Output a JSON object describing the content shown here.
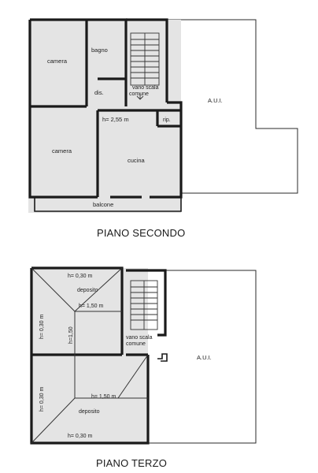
{
  "floors": {
    "second": {
      "caption": "PIANO SECONDO",
      "rooms": {
        "camera_top": "camera",
        "bagno": "bagno",
        "vano_scala_1": "vano scala",
        "vano_scala_2": "comune",
        "dis": "dis.",
        "height": "h= 2,55 m",
        "rip": "rip.",
        "camera_bottom": "camera",
        "cucina": "cucina",
        "balcone": "balcone",
        "aui": "A.U.I."
      }
    },
    "third": {
      "caption": "PIANO TERZO",
      "rooms": {
        "h_top": "h= 0,30 m",
        "deposito_top": "deposito",
        "h_mid": "h= 1,50 m",
        "h_left_upper": "h= 0,30 m",
        "h_vertical": "h=1,50",
        "vano_scala_1": "vano scala",
        "vano_scala_2": "comune",
        "aui": "A.U.I.",
        "h_left_lower": "h= 0,30 m",
        "h_lower_right": "h= 1,50 m",
        "deposito_bottom": "deposito",
        "h_bottom": "h= 0,30 m"
      }
    }
  }
}
